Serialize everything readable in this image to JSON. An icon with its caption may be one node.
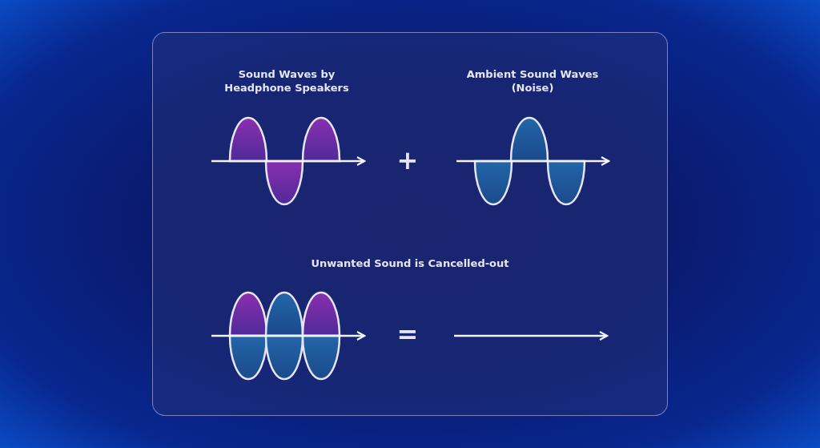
{
  "diagram": {
    "labels": [
      "Sound Waves by Headphone Speakers",
      "Ambient Sound Waves (Noise)",
      "+",
      "Unwanted Sound is Cancelled-out",
      "="
    ]
  }
}
